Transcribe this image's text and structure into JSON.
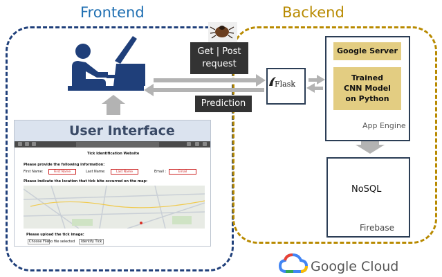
{
  "frontend": {
    "title": "Frontend"
  },
  "backend": {
    "title": "Backend"
  },
  "arrows": {
    "request_line1": "Get | Post",
    "request_line2": "request",
    "response": "Prediction"
  },
  "flask": {
    "label": "Flask"
  },
  "server": {
    "google_server": "Google Server",
    "model_line1": "Trained",
    "model_line2": "CNN Model",
    "model_line3": "on Python",
    "app_engine": "App Engine"
  },
  "database": {
    "nosql": "NoSQL",
    "firebase": "Firebase"
  },
  "ui": {
    "title": "User Interface",
    "site_title": "Tick Identification Website",
    "provide_info": "Please provide the following information:",
    "first_name_label": "First Name:",
    "first_name_placeholder": "First Name",
    "last_name_label": "Last Name:",
    "last_name_placeholder": "Last Name",
    "email_label": "Email :",
    "email_placeholder": "Email",
    "location_prompt": "Please indicate the location that tick bite occurred on the map:",
    "upload_prompt": "Please upload the tick image:",
    "choose_file": "Choose File",
    "no_file": "no file selected",
    "identify_button": "Identify Tick"
  },
  "google_cloud": {
    "label": "Google Cloud"
  },
  "colors": {
    "frontend": "#1f6fb2",
    "backend": "#b88a00",
    "tan_box": "#e3cd82",
    "dark_label": "#333333"
  }
}
